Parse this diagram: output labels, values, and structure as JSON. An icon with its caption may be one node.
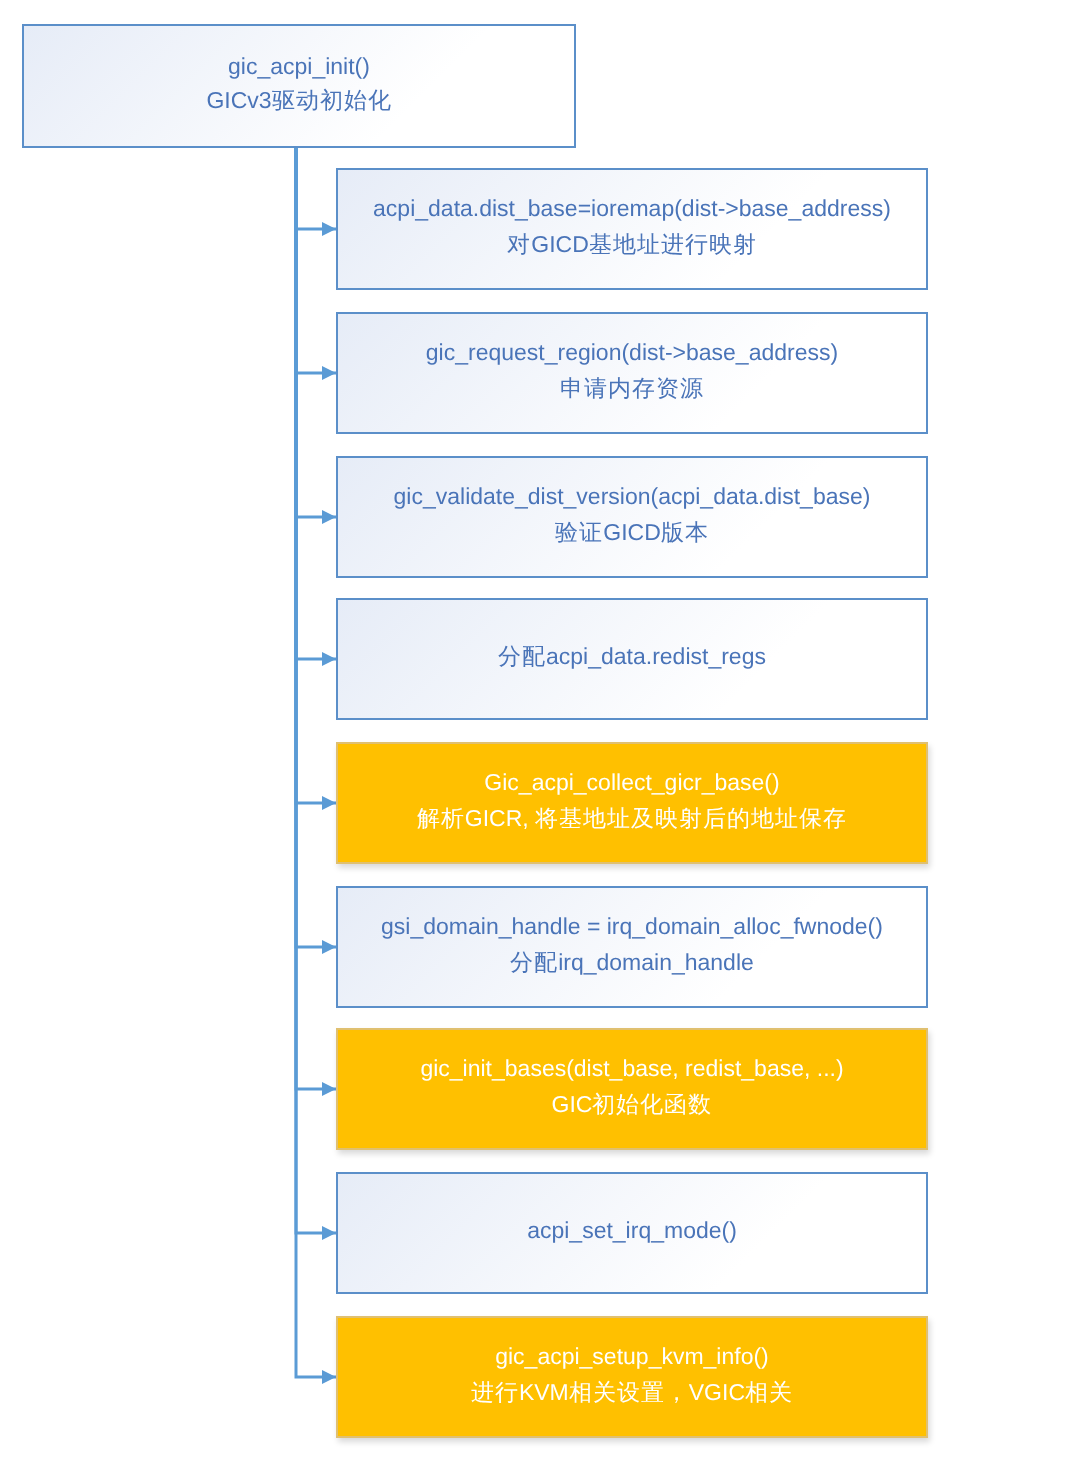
{
  "diagram": {
    "nodes": [
      {
        "text": [
          "gic_acpi_init()",
          "GICv3驱动初始化"
        ]
      },
      {
        "text": [
          "acpi_data.dist_base=ioremap(dist->base_address)",
          "对GICD基地址进行映射"
        ]
      },
      {
        "text": [
          "gic_request_region(dist->base_address)",
          "申请内存资源"
        ]
      },
      {
        "text": [
          "gic_validate_dist_version(acpi_data.dist_base)",
          "验证GICD版本"
        ]
      },
      {
        "text": [
          "分配acpi_data.redist_regs"
        ]
      },
      {
        "text": [
          "Gic_acpi_collect_gicr_base()",
          "解析GICR, 将基地址及映射后的地址保存"
        ]
      },
      {
        "text": [
          "gsi_domain_handle = irq_domain_alloc_fwnode()",
          "分配irq_domain_handle"
        ]
      },
      {
        "text": [
          "gic_init_bases(dist_base, redist_base, ...)",
          "GIC初始化函数"
        ]
      },
      {
        "text": [
          "acpi_set_irq_mode()"
        ]
      },
      {
        "text": [
          "gic_acpi_setup_kvm_info()",
          "进行KVM相关设置，VGIC相关"
        ]
      }
    ],
    "edges": [
      {
        "from": 0,
        "to": 1,
        "arrow": "to"
      },
      {
        "from": 0,
        "to": 2,
        "arrow": "to"
      },
      {
        "from": 0,
        "to": 3,
        "arrow": "to"
      },
      {
        "from": 0,
        "to": 4,
        "arrow": "to"
      },
      {
        "from": 0,
        "to": 5,
        "arrow": "to"
      },
      {
        "from": 0,
        "to": 6,
        "arrow": "to"
      },
      {
        "from": 0,
        "to": 7,
        "arrow": "to"
      },
      {
        "from": 0,
        "to": 8,
        "arrow": "to"
      },
      {
        "from": 0,
        "to": 9,
        "arrow": "to"
      }
    ]
  }
}
